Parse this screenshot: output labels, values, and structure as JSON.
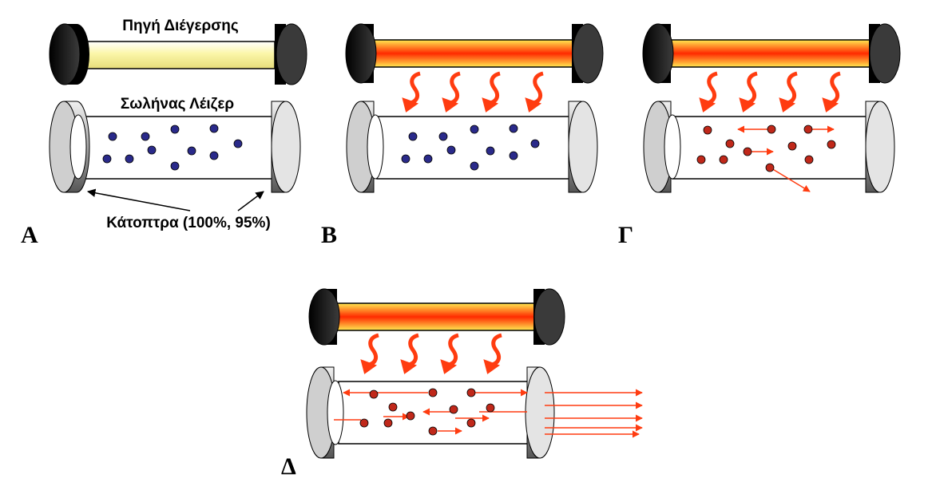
{
  "labels": {
    "excitation_source": "Πηγή Διέγερσης",
    "laser_tube": "Σωλήνας Λέιζερ",
    "mirrors": "Κάτοπτρα (100%, 95%)"
  },
  "panels": [
    {
      "letter": "Α",
      "state": "ground",
      "pump": false
    },
    {
      "letter": "Β",
      "state": "ground",
      "pump": true
    },
    {
      "letter": "Γ",
      "state": "excited",
      "pump": true
    },
    {
      "letter": "Δ",
      "state": "lasing",
      "pump": true
    }
  ],
  "colors": {
    "ground_atom": "#2a2a8a",
    "excited_atom": "#c0281a",
    "photon_arrow": "#ff3c10",
    "lamp_glow": "#ff2a00",
    "lamp_idle": "#fbf6a8",
    "mirror_gray": "#a8a8a8",
    "end_cap": "#1c1c1c"
  },
  "icons": {
    "pump_arrow": "wavy-arrow-icon",
    "atom": "atom-dot-icon",
    "photon": "photon-arrow-icon"
  }
}
